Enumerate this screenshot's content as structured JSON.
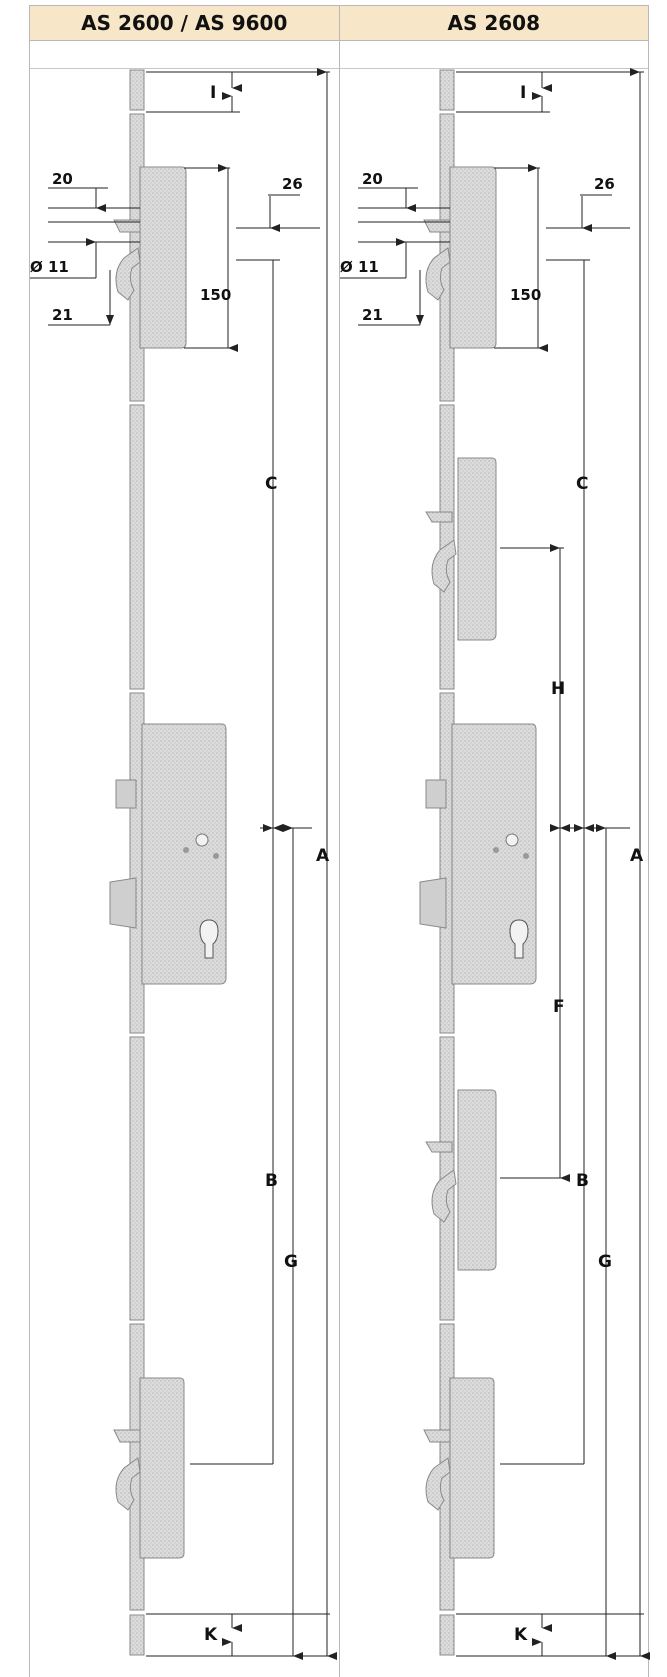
{
  "header": {
    "left_title": "AS 2600 / AS 9600",
    "right_title": "AS 2608"
  },
  "dimensions": {
    "A": "A",
    "B": "B",
    "C": "C",
    "F": "F",
    "G": "G",
    "H": "H",
    "I": "I",
    "K": "K",
    "d20": "20",
    "d26": "26",
    "d150": "150",
    "d21": "21",
    "dia11": "Ø 11"
  },
  "colors": {
    "header_bg": "#f7e6c8",
    "rail": "#d4d4d4",
    "rail_edge": "#8a8a8a",
    "dim_line": "#222222"
  }
}
